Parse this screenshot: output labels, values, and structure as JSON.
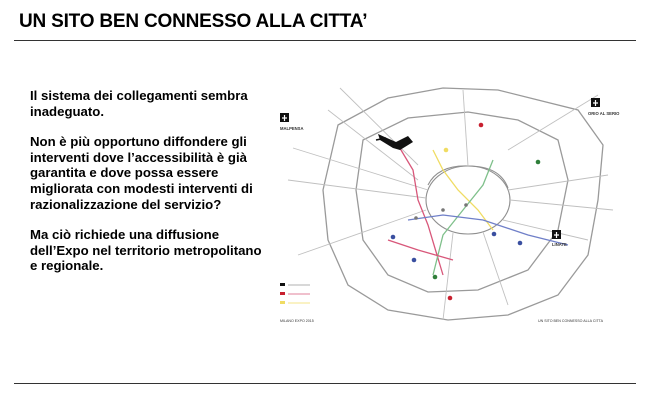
{
  "slide": {
    "title": "UN SITO BEN CONNESSO ALLA CITTA’",
    "paragraphs": [
      "Il sistema dei collegamenti sembra inadeguato.",
      "Non è più opportuno diffondere gli interventi dove l’accessibilità è già garantita e dove possa essere migliorata con modesti interventi di razionalizzazione del servizio?",
      "Ma ciò richiede una diffusione dell’Expo nel territorio metropolitano e regionale."
    ]
  },
  "map": {
    "airports": {
      "malpensa": "MALPENSA",
      "orio": "ORIO AL SERIO",
      "linate": "LINATE"
    },
    "footer_left": "MILANO EXPO 2015",
    "footer_right": "UN SITO BEN CONNESSO ALLA CITTA",
    "colors": {
      "ring": "#9a9a9a",
      "rail": "#c0c0c0",
      "red_line": "#d8577a",
      "yellow_line": "#f0dc63",
      "green_line": "#7fc08b",
      "blue_line": "#6f7fc8",
      "expo_red": "#c8202f"
    }
  }
}
